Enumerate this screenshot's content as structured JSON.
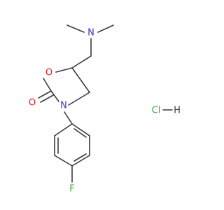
{
  "diagram": {
    "type": "skeletal-structure",
    "atom_labels": {
      "n_amine": "N",
      "o_ring": "O",
      "o_carbonyl": "O",
      "n_ring": "N",
      "fluorine": "F",
      "salt_cl": "Cl",
      "salt_h": "H"
    },
    "colors": {
      "bond": "#3a3a3a",
      "nitrogen": "#3333cc",
      "oxygen": "#e02020",
      "fluorine": "#33aa33",
      "chlorine": "#33aa33",
      "hydrogen": "#3a3a3a"
    }
  }
}
